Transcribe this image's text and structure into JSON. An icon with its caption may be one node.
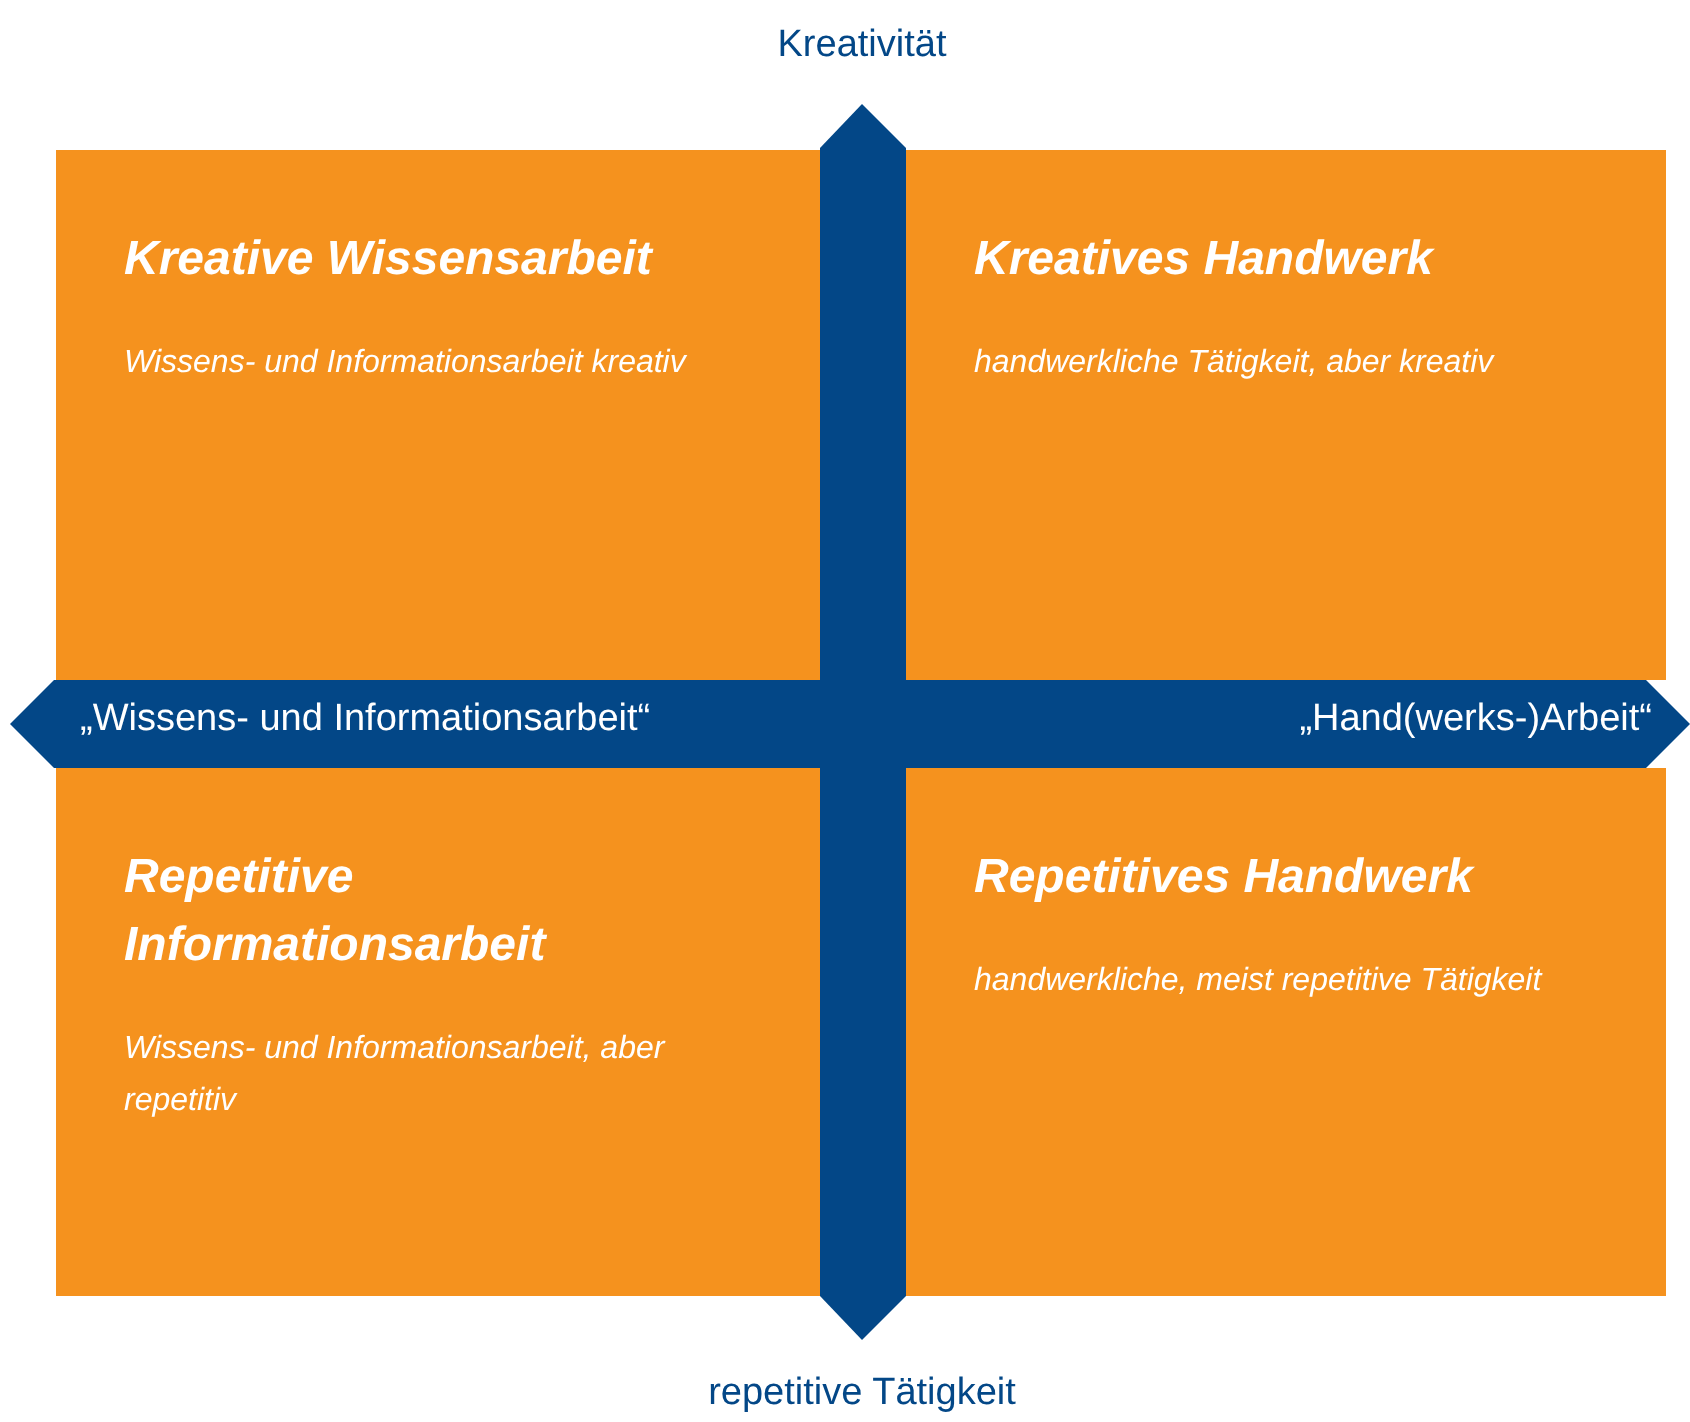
{
  "diagram": {
    "nodes": [
      {
        "text": [
          "Kreative Wissensarbeit",
          "Wissens- und Informationsarbeit kreativ"
        ]
      },
      {
        "text": [
          "Kreatives Handwerk",
          "handwerkliche Tätigkeit, aber kreativ"
        ]
      },
      {
        "text": [
          "Repetitive Informationsarbeit",
          "Wissens- und Informationsarbeit, aber repetitiv"
        ]
      },
      {
        "text": [
          "Repetitives Handwerk",
          "handwerkliche, meist repetitive Tätigkeit"
        ]
      }
    ],
    "edges": [],
    "labels": [
      "Kreativität",
      "„Wissens- und Informationsarbeit“",
      "„Hand(werks-)Arbeit“",
      "repetitive Tätigkeit"
    ]
  }
}
